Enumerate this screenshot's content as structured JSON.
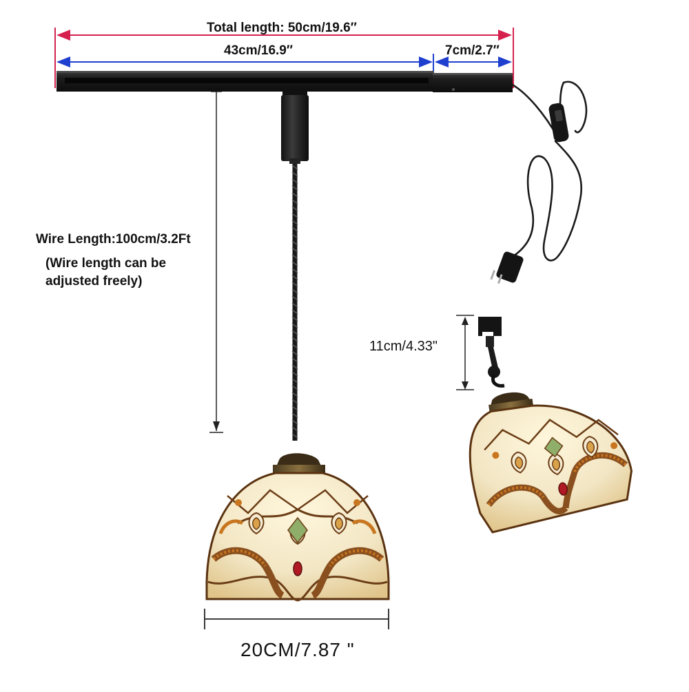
{
  "labels": {
    "total_length": "Total length: 50cm/19.6″",
    "rail_length": "43cm/16.9″",
    "connector_length": "7cm/2.7″",
    "wire_length": "Wire Length:100cm/3.2Ft",
    "wire_note_line1": "(Wire length can be",
    "wire_note_line2": "adjusted freely)",
    "adapter_height": "11cm/4.33\"",
    "shade_diameter": "20CM/7.87 \""
  },
  "colors": {
    "total_dimension_line": "#d6204e",
    "rail_dimension_line": "#1f3fcf",
    "track_rail": "#1c1c1c",
    "wire": "#1a1a1a",
    "shade_glass_cream": "#f2e6c4",
    "shade_lead": "#6b3d16",
    "shade_accent_amber": "#c8761f",
    "shade_accent_red": "#b01822",
    "shade_accent_green": "#8fae6a"
  },
  "icons": [
    "plug-icon",
    "inline-switch-icon"
  ]
}
